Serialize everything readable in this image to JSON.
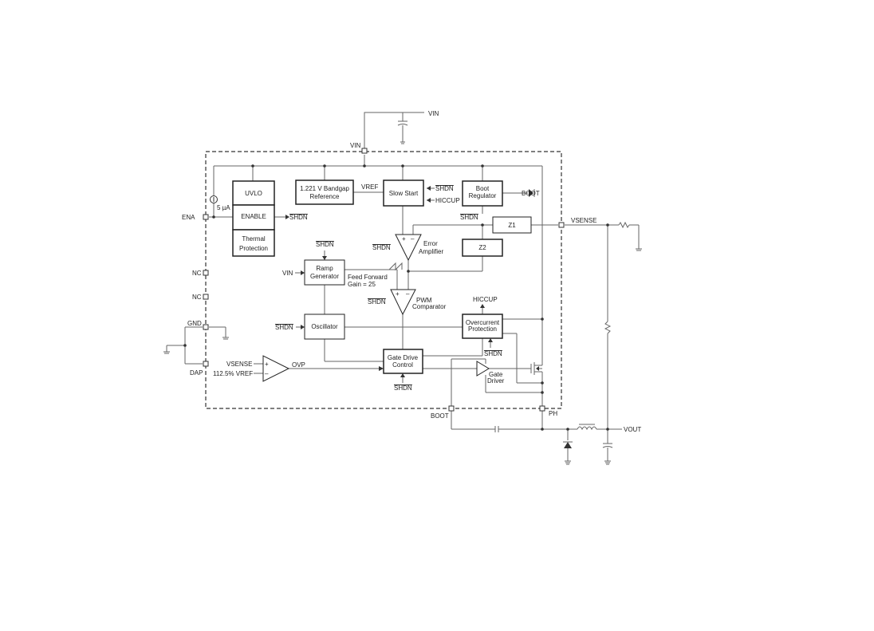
{
  "pins": {
    "vin_top": "VIN",
    "vin_ext": "VIN",
    "ena": "ENA",
    "nc1": "NC",
    "nc2": "NC",
    "gnd": "GND",
    "dap": "DAP",
    "vsense": "VSENSE",
    "boot": "BOOT",
    "ph": "PH",
    "vout": "VOUT"
  },
  "blocks": {
    "uvlo": "UVLO",
    "enable": "ENABLE",
    "thermal_1": "Thermal",
    "thermal_2": "Protection",
    "bandgap_1": "1.221 V Bandgap",
    "bandgap_2": "Reference",
    "slow_start": "Slow Start",
    "boot_reg_1": "Boot",
    "boot_reg_2": "Regulator",
    "z1": "Z1",
    "z2": "Z2",
    "ramp_1": "Ramp",
    "ramp_2": "Generator",
    "oscillator": "Oscillator",
    "overcurrent_1": "Overcurrent",
    "overcurrent_2": "Protection",
    "gate_drive_1": "Gate Drive",
    "gate_drive_2": "Control",
    "error_amp_1": "Error",
    "error_amp_2": "Amplifier",
    "pwm_1": "PWM",
    "pwm_2": "Comparator",
    "gate_driver_1": "Gate",
    "gate_driver_2": "Driver"
  },
  "labels": {
    "current_source": "5 µA",
    "vref": "VREF",
    "shdn": "SHDN",
    "hiccup": "HICCUP",
    "boot_out": "BOOT",
    "vin_ramp": "VIN",
    "feed_forward_1": "Feed Forward",
    "feed_forward_2": "Gain = 25",
    "ovp": "OVP",
    "ovp_vsense": "VSENSE",
    "ovp_vref": "112.5% VREF",
    "plus": "+",
    "minus": "–"
  }
}
